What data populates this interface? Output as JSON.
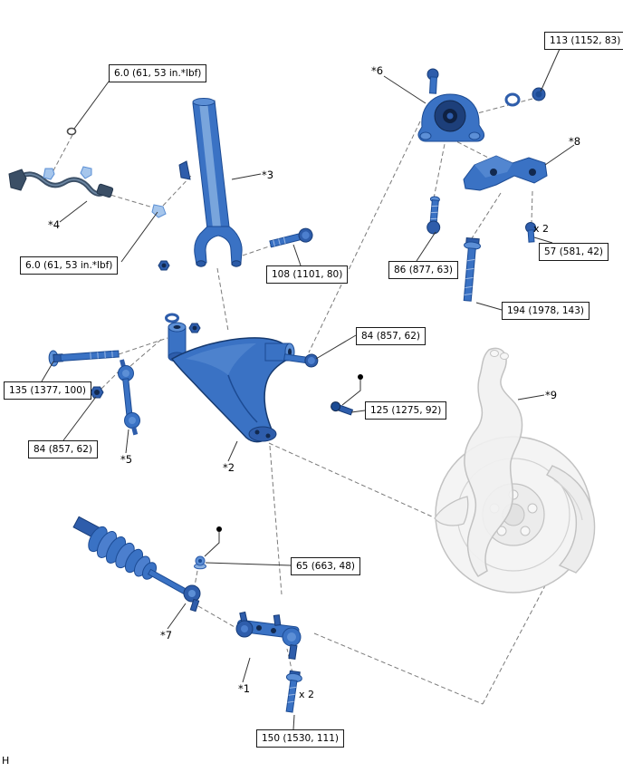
{
  "colors": {
    "part_blue": "#3a72c4",
    "part_blue_dark": "#1c4b94",
    "part_blue_deep": "#12294f",
    "part_blue_light": "#8ab1e2",
    "context_gray": "#c2c2c2",
    "label_border": "#1a1a1a"
  },
  "callouts": {
    "torque_6_top": "6.0 (61, 53 in.*lbf)",
    "torque_113": "113 (1152, 83)",
    "torque_6_left": "6.0 (61, 53 in.*lbf)",
    "torque_108": "108 (1101, 80)",
    "torque_86": "86 (877, 63)",
    "torque_57": "57 (581, 42)",
    "torque_194": "194 (1978, 143)",
    "torque_84_right": "84 (857, 62)",
    "torque_135": "135 (1377, 100)",
    "torque_125": "125 (1275, 92)",
    "torque_84_left": "84 (857, 62)",
    "torque_65": "65 (663, 48)",
    "torque_150": "150 (1530, 111)"
  },
  "quantity_notes": {
    "x2_bolt57": "x 2",
    "x2_bolt150": "x 2"
  },
  "part_refs": {
    "p1": "*1",
    "p2": "*2",
    "p3": "*3",
    "p4": "*4",
    "p5": "*5",
    "p6": "*6",
    "p7": "*7",
    "p8": "*8",
    "p9": "*9"
  },
  "footer": {
    "mark": "H"
  }
}
